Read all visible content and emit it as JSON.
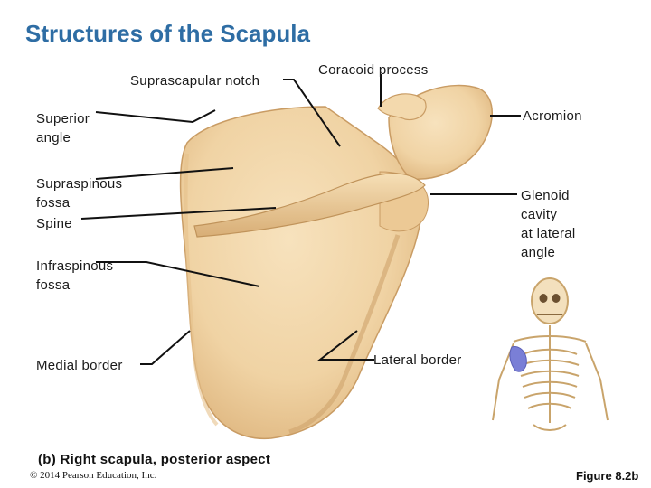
{
  "title": "Structures of the Scapula",
  "labels": {
    "suprascapular_notch": "Suprascapular notch",
    "coracoid_process": "Coracoid process",
    "superior_angle": [
      "Superior",
      "angle"
    ],
    "acromion": "Acromion",
    "supraspinous_fossa": [
      "Supraspinous",
      "fossa"
    ],
    "spine": "Spine",
    "glenoid_cavity": [
      "Glenoid",
      "cavity",
      "at lateral",
      "angle"
    ],
    "infraspinous_fossa": [
      "Infraspinous",
      "fossa"
    ],
    "medial_border": "Medial border",
    "lateral_border": "Lateral border"
  },
  "caption": "(b) Right scapula, posterior aspect",
  "copyright": "© 2014 Pearson Education, Inc.",
  "figure_number": "Figure 8.2b",
  "colors": {
    "title": "#2e6da4",
    "bone": "#f0d3a4",
    "bone_shadow": "#d9b37d",
    "leader": "#111111",
    "highlight": "#7a7fd6"
  }
}
